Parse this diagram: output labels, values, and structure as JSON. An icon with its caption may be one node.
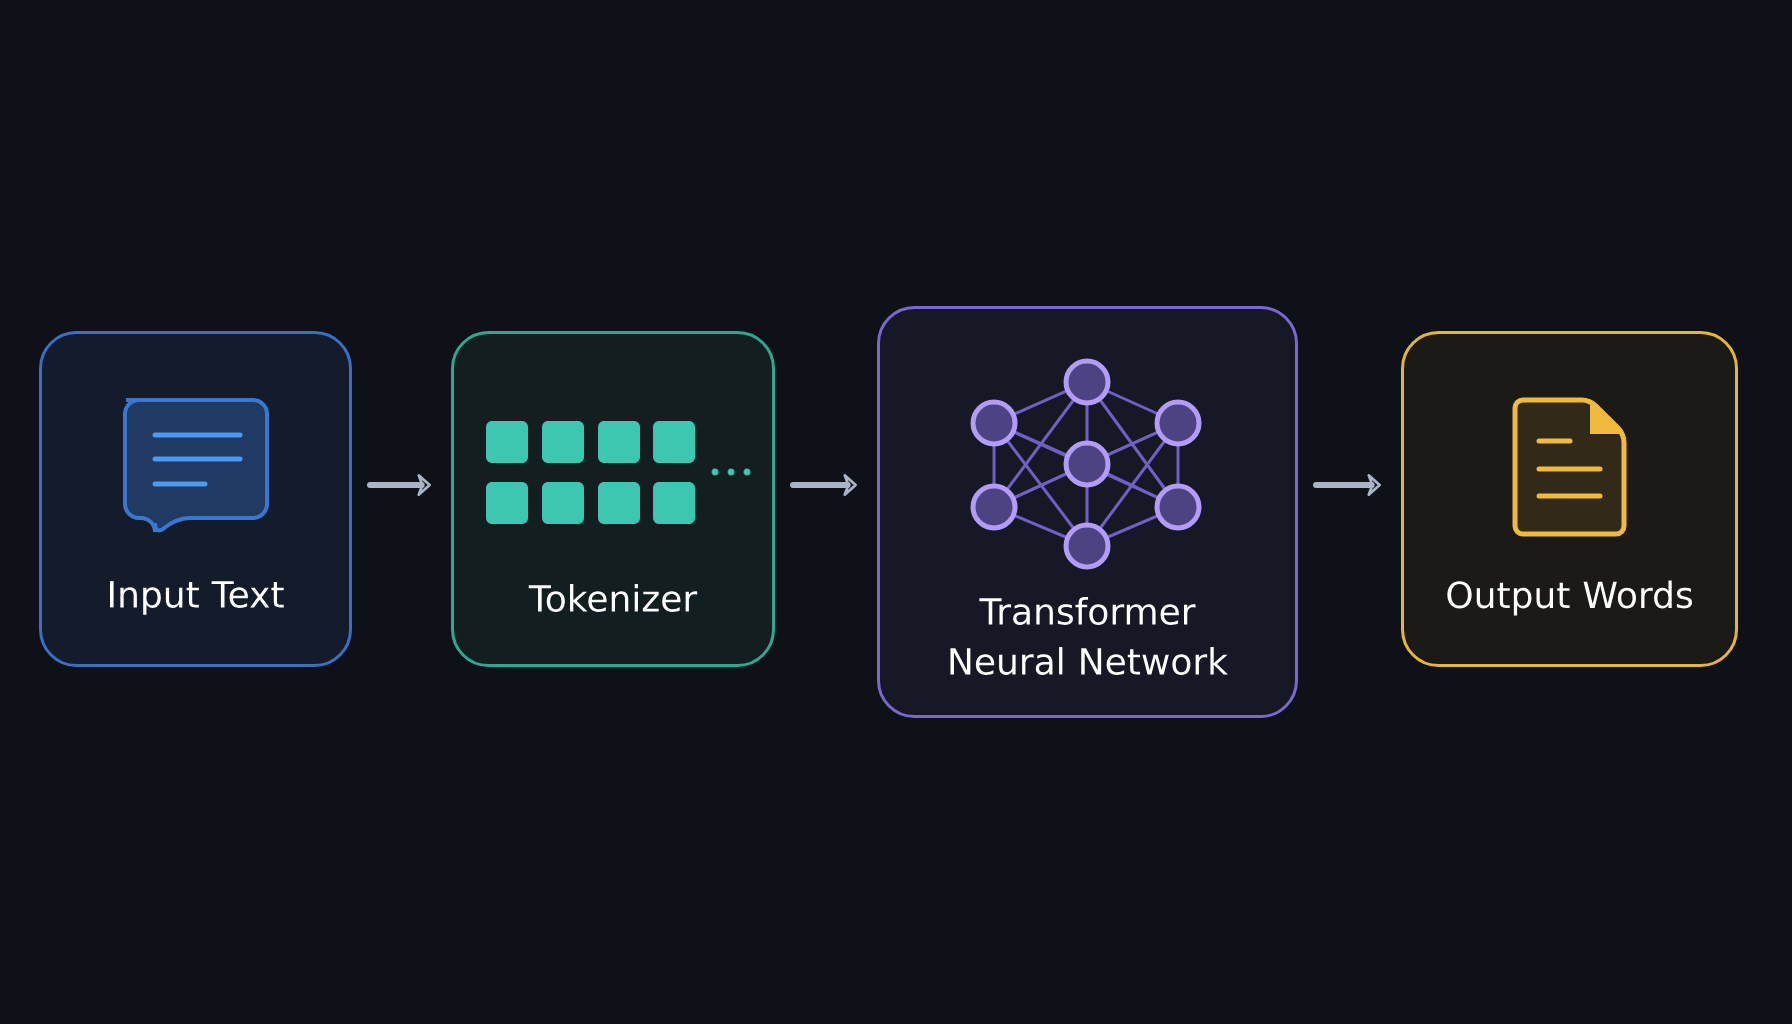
{
  "diagram": {
    "nodes": [
      {
        "text": [
          "Input Text"
        ]
      },
      {
        "text": [
          "Tokenizer"
        ]
      },
      {
        "text": [
          "Transformer Neural Network"
        ]
      },
      {
        "text": [
          "Output Words"
        ]
      }
    ],
    "edges": [
      {
        "from": 0,
        "to": 1,
        "arrow": "to"
      },
      {
        "from": 1,
        "to": 2,
        "arrow": "to"
      },
      {
        "from": 2,
        "to": 3,
        "arrow": "to"
      }
    ]
  }
}
